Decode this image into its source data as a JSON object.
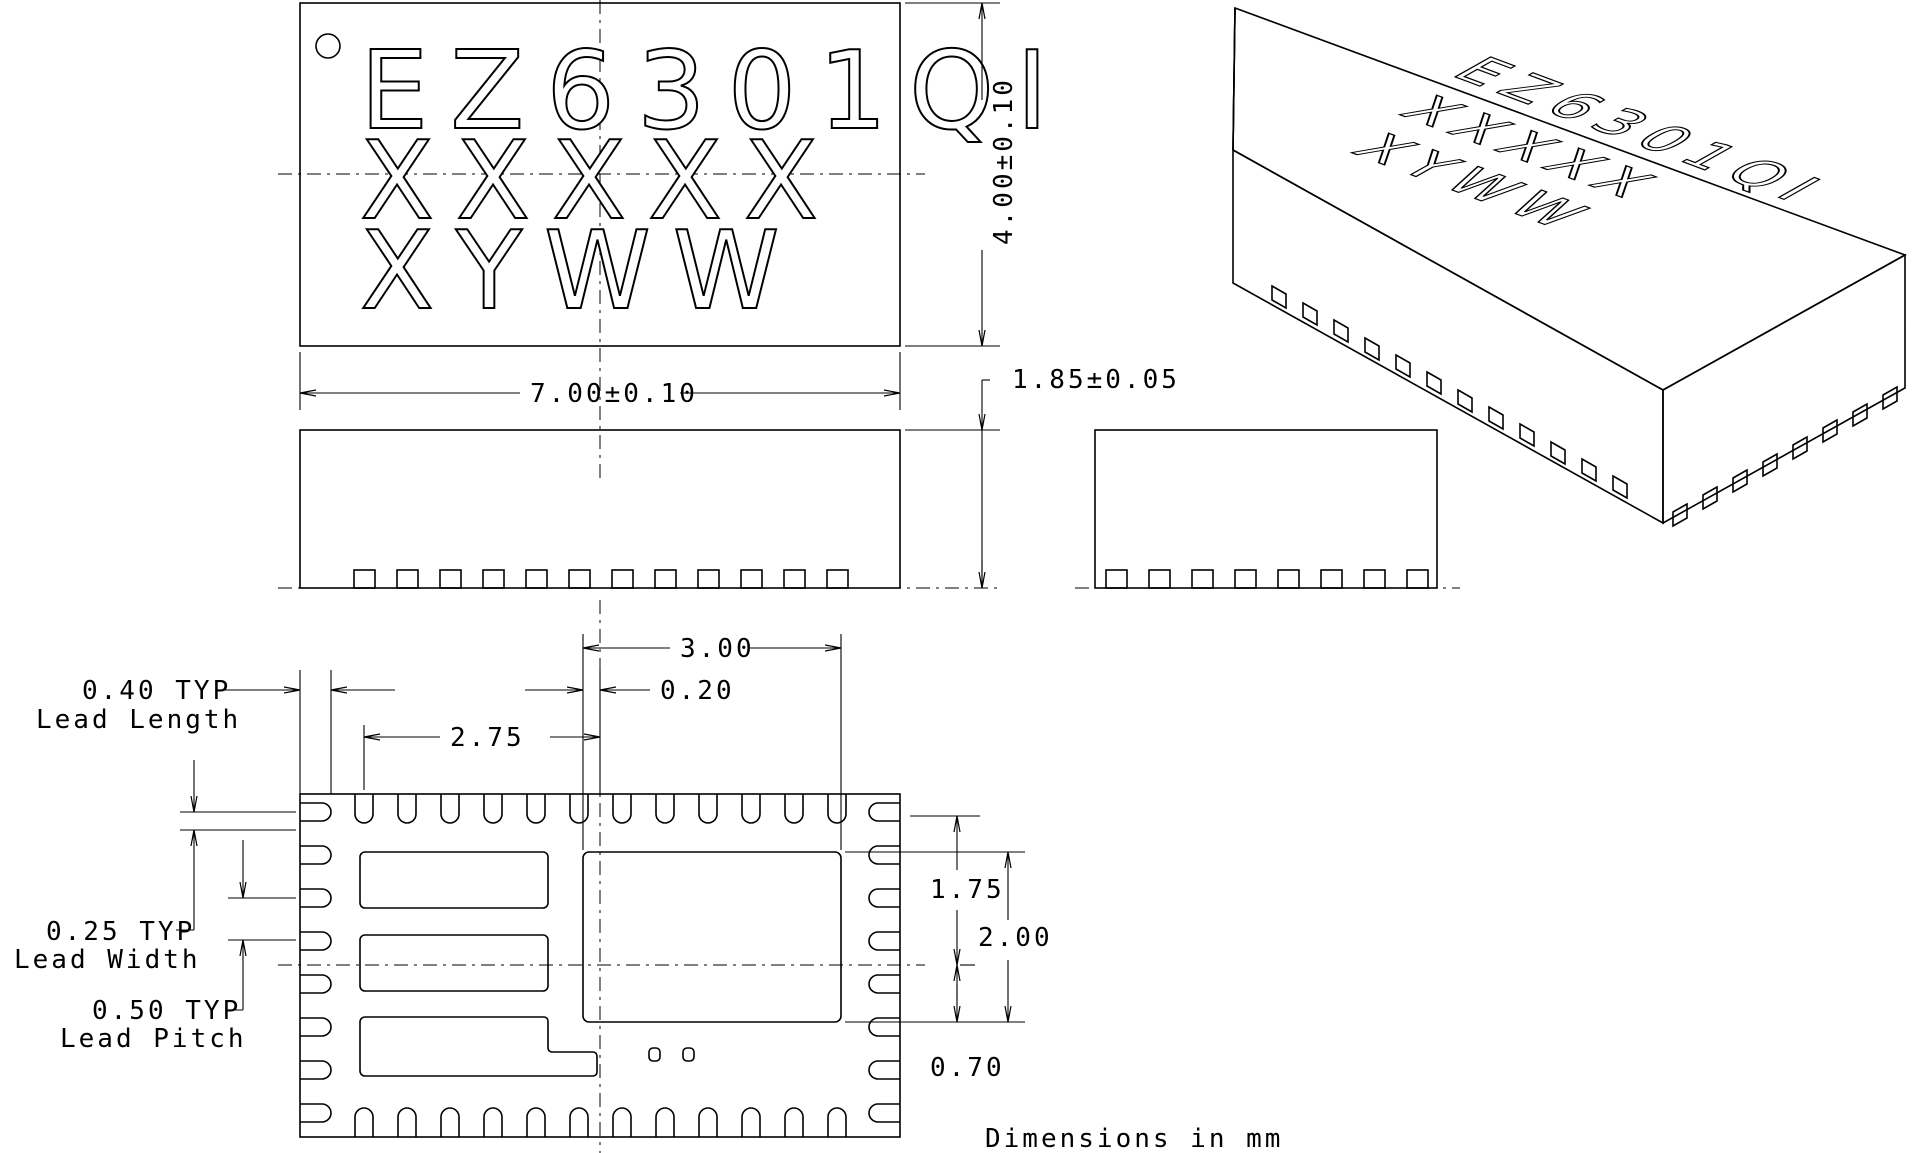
{
  "marking": {
    "line1": "EZ6301QI",
    "line2": "XXXXX",
    "line3": "XYWW"
  },
  "dimensions": {
    "length": "7.00±0.10",
    "width": "4.00±0.10",
    "height": "1.85±0.05",
    "pad_span": "3.00",
    "gap": "0.20",
    "pad_offset": "2.75",
    "lead_length_value": "0.40 TYP",
    "lead_length_label": "Lead Length",
    "lead_width_value": "0.25 TYP",
    "lead_width_label": "Lead Width",
    "lead_pitch_value": "0.50 TYP",
    "lead_pitch_label": "Lead Pitch",
    "pad_height_a": "1.75",
    "pad_height_b": "2.00",
    "pad_bottom": "0.70"
  },
  "note": "Dimensions in mm"
}
